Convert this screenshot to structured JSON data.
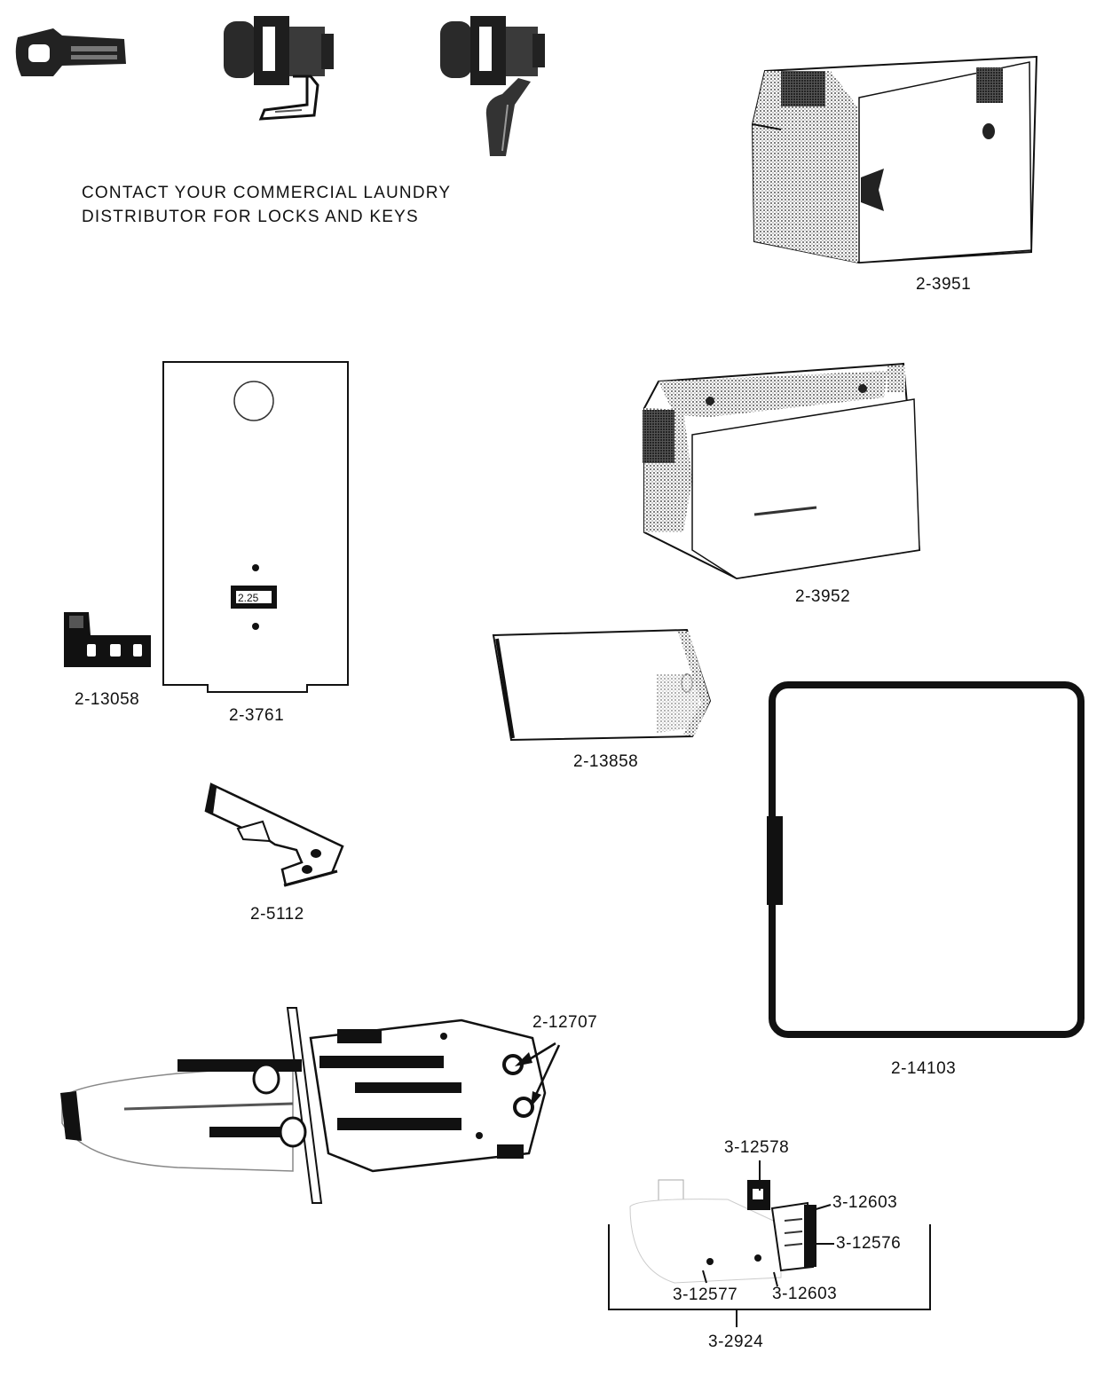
{
  "note": {
    "line1": "CONTACT YOUR COMMERCIAL LAUNDRY",
    "line2": "DISTRIBUTOR FOR LOCKS AND KEYS"
  },
  "parts": {
    "p2_3951": "2-3951",
    "p2_3952": "2-3952",
    "p2_13058": "2-13058",
    "p2_3761": "2-3761",
    "p2_13858": "2-13858",
    "p2_5112": "2-5112",
    "p2_14103": "2-14103",
    "p2_12707": "2-12707",
    "p3_12578": "3-12578",
    "p3_12603_top": "3-12603",
    "p3_12576": "3-12576",
    "p3_12577": "3-12577",
    "p3_12603_bottom": "3-12603",
    "p3_2924": "3-2924"
  },
  "colors": {
    "ink": "#111111",
    "paper": "#ffffff",
    "shade": "#777777"
  }
}
